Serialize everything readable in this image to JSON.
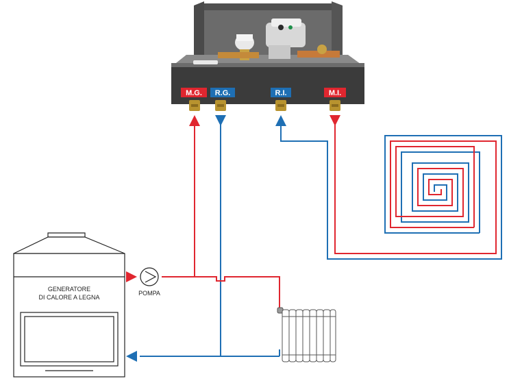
{
  "colors": {
    "hot": "#e0262f",
    "cold": "#1e6fb4",
    "outline": "#222222",
    "box_dark": "#3a3a3a",
    "box_mid": "#5e5e5e",
    "brass": "#b8932f"
  },
  "manifold": {
    "ports": [
      {
        "code": "M.G.",
        "color": "hot"
      },
      {
        "code": "R.G.",
        "color": "cold"
      },
      {
        "code": "R.I.",
        "color": "cold"
      },
      {
        "code": "M.I.",
        "color": "hot"
      }
    ]
  },
  "generator": {
    "label_line1": "GENERATORE",
    "label_line2": "DI CALORE A LEGNA",
    "icon": "wood-stove-icon"
  },
  "pump": {
    "label": "POMPA",
    "icon": "pump-icon"
  },
  "radiator": {
    "icon": "radiator-icon"
  },
  "floor_heating": {
    "icon": "floor-heating-spiral-icon"
  }
}
